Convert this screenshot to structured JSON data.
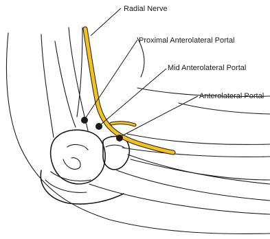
{
  "labels": {
    "radial_nerve": "Radial Nerve",
    "proximal_portal": "Proximal Anterolateral Portal",
    "mid_portal": "Mid Anterolateral Portal",
    "anterolateral_portal": "Anterolateral Portal"
  },
  "colors": {
    "nerve": "#f2c21b",
    "ink": "#1a1a1a"
  }
}
